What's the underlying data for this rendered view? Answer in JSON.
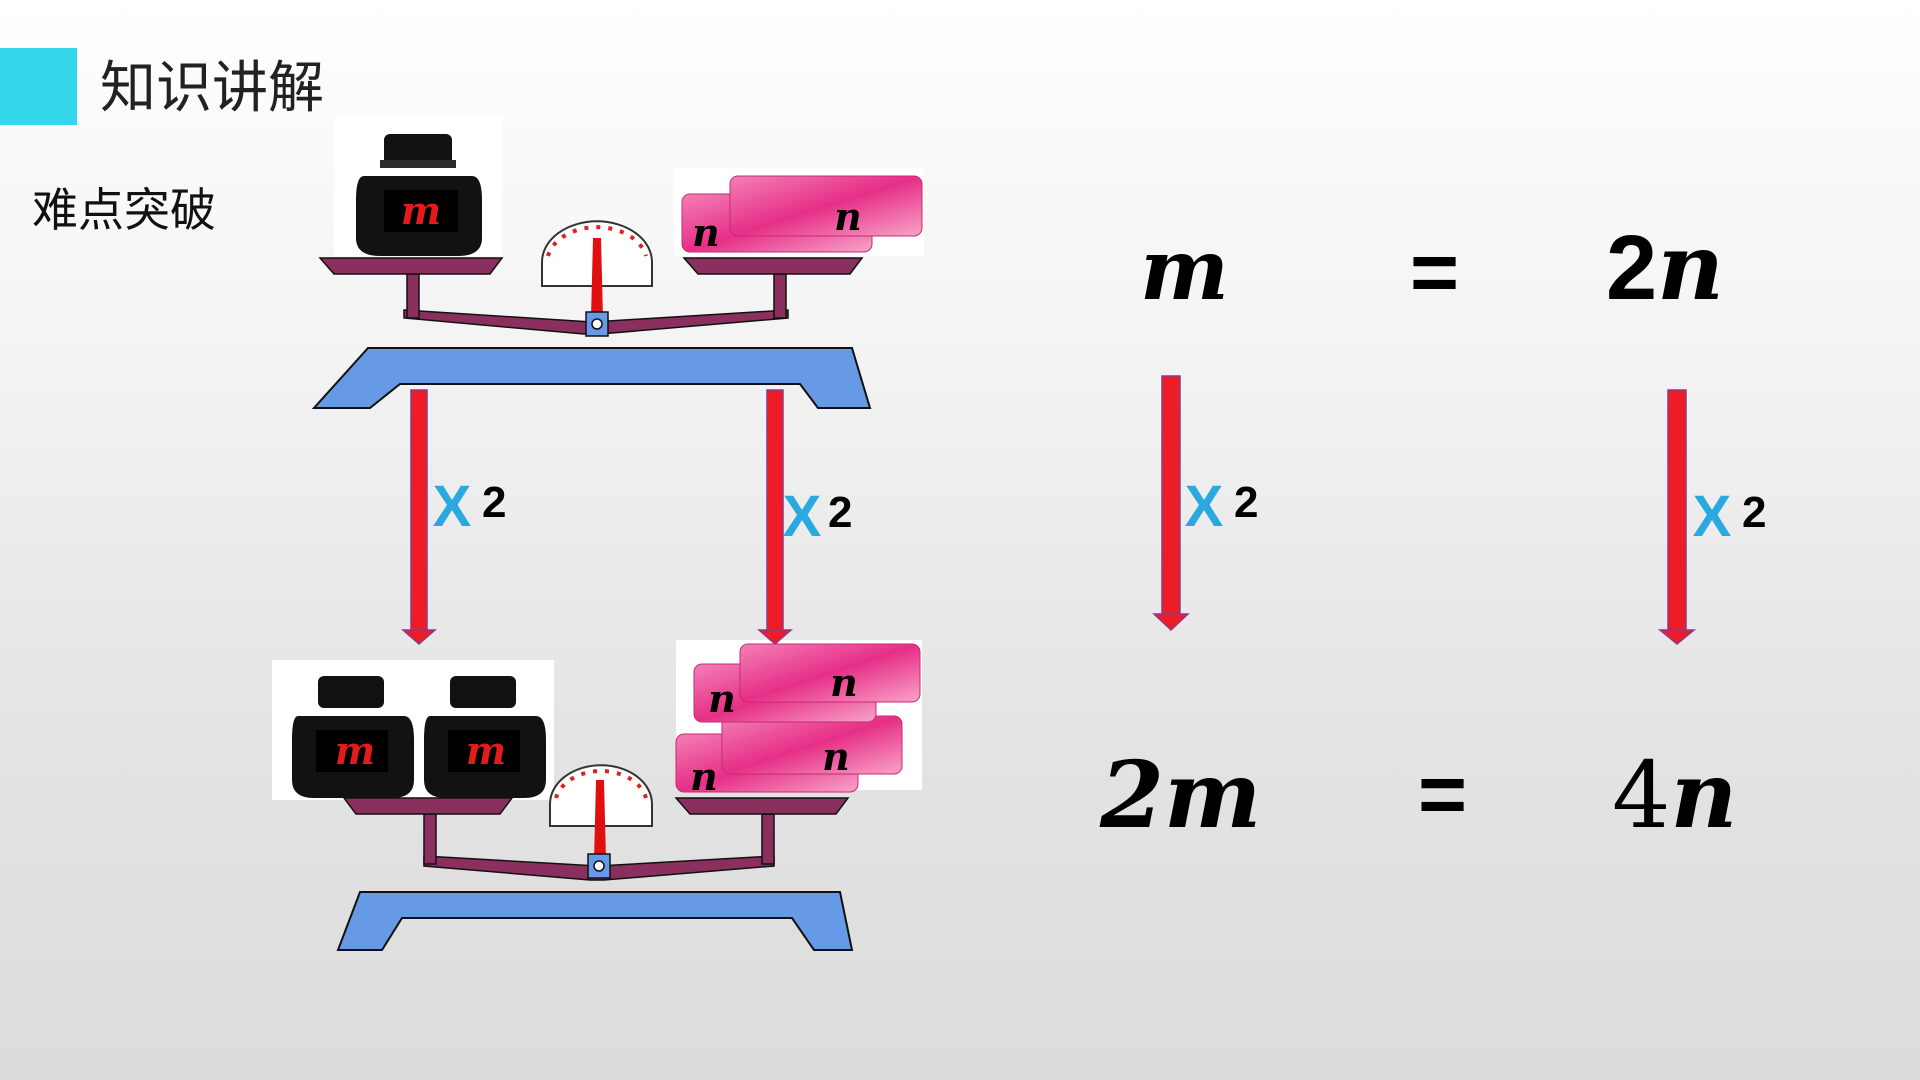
{
  "header": {
    "title": "知识讲解"
  },
  "section": {
    "subtitle": "难点突破"
  },
  "balance_top": {
    "left_label": "m",
    "right_labels": [
      "n",
      "n"
    ]
  },
  "balance_bottom": {
    "left_labels": [
      "m",
      "m"
    ],
    "right_labels": [
      "n",
      "n",
      "n",
      "n"
    ]
  },
  "multipliers": {
    "symbol": "X",
    "factor": "2"
  },
  "equations": {
    "top": {
      "left": "m",
      "equals": "=",
      "right_coef": "2",
      "right_var": "n"
    },
    "bottom": {
      "left_coef": "2",
      "left_var": "m",
      "equals": "=",
      "right_coef": "4",
      "right_var": "n"
    }
  },
  "colors": {
    "accent": "#33d6ea",
    "arrow": "#ee1c25",
    "scale_base": "#6699e6",
    "scale_beam": "#8b2f5e",
    "multiplier_x": "#2aa8e0"
  }
}
